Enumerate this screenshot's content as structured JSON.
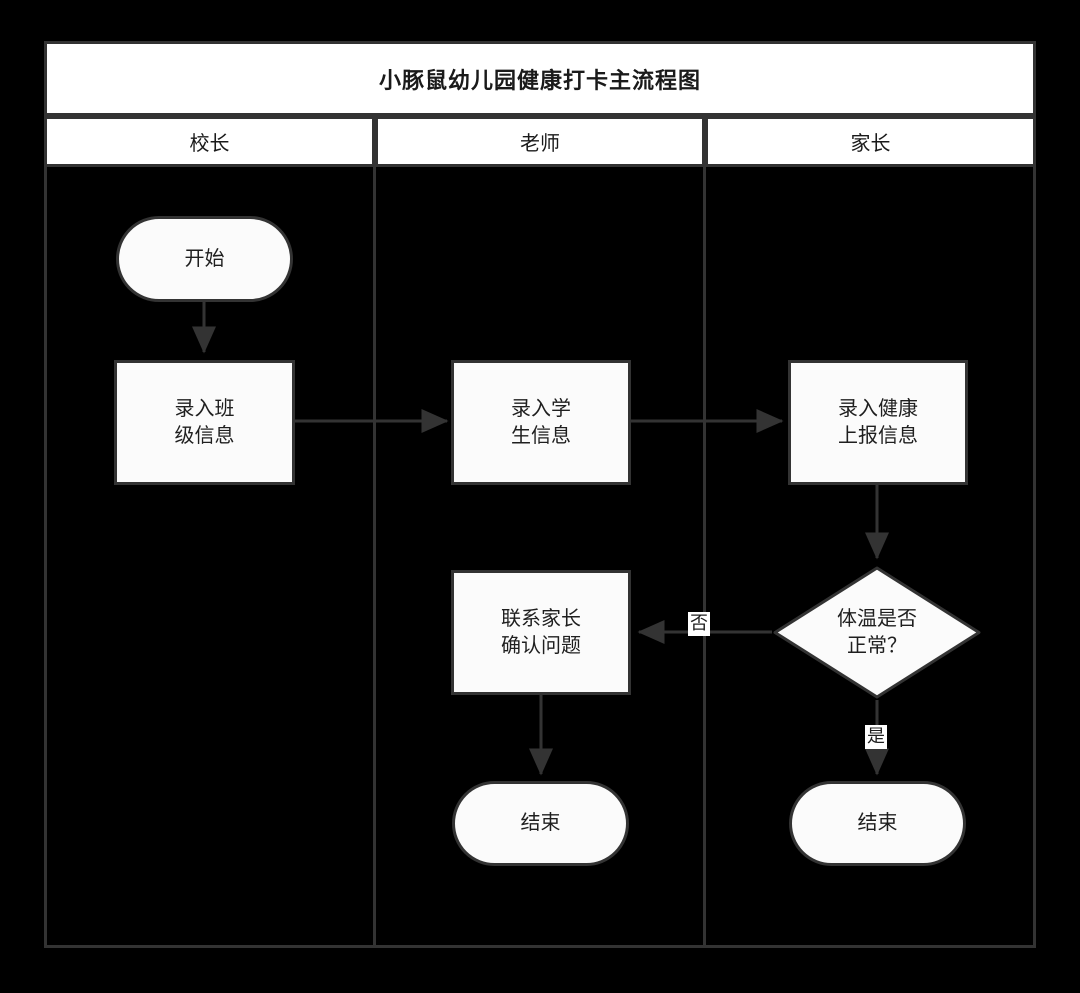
{
  "diagram": {
    "title": "小豚鼠幼儿园健康打卡主流程图",
    "lanes": [
      {
        "label": "校长"
      },
      {
        "label": "老师"
      },
      {
        "label": "家长"
      }
    ],
    "nodes": [
      {
        "id": "start",
        "shape": "terminator",
        "label": "开始",
        "lane": 0
      },
      {
        "id": "class",
        "shape": "process",
        "label": "录入班\n级信息",
        "lane": 0
      },
      {
        "id": "student",
        "shape": "process",
        "label": "录入学\n生信息",
        "lane": 1
      },
      {
        "id": "health",
        "shape": "process",
        "label": "录入健康\n上报信息",
        "lane": 2
      },
      {
        "id": "decide",
        "shape": "decision",
        "label": "体温是否\n正常？",
        "lane": 2
      },
      {
        "id": "contact",
        "shape": "process",
        "label": "联系家长\n确认问题",
        "lane": 1
      },
      {
        "id": "end_left",
        "shape": "terminator",
        "label": "结束",
        "lane": 1
      },
      {
        "id": "end_right",
        "shape": "terminator",
        "label": "结束",
        "lane": 2
      }
    ],
    "edges": [
      {
        "from": "start",
        "to": "class",
        "label": ""
      },
      {
        "from": "class",
        "to": "student",
        "label": ""
      },
      {
        "from": "student",
        "to": "health",
        "label": ""
      },
      {
        "from": "health",
        "to": "decide",
        "label": ""
      },
      {
        "from": "decide",
        "to": "contact",
        "label": "否"
      },
      {
        "from": "decide",
        "to": "end_right",
        "label": "是"
      },
      {
        "from": "contact",
        "to": "end_left",
        "label": ""
      }
    ],
    "colors": {
      "background": "#000000",
      "node_fill": "#fbfbfb",
      "stroke": "#333333",
      "lane_fill": "#ffffff",
      "text": "#1f1f1f"
    }
  }
}
